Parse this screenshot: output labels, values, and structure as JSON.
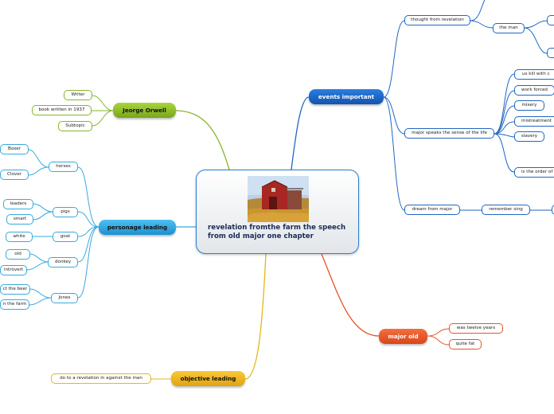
{
  "central": {
    "title": "revelation  fromthe farm the speech  from old major  one chapter",
    "image": "barn-photo"
  },
  "orwell": {
    "label": "Jeorge Orwell",
    "children": [
      "Writer",
      "book written in 1937",
      "Subtopic"
    ]
  },
  "characters": {
    "label": "personage leading",
    "horses": {
      "label": "horses",
      "children": [
        "Boxer",
        "Clover"
      ]
    },
    "pigs": {
      "label": "pigs",
      "children": [
        "leaders",
        "smart"
      ]
    },
    "goat": {
      "label": "goat",
      "children": [
        "white"
      ]
    },
    "donkey": {
      "label": "donkey",
      "children": [
        "old",
        "introvert"
      ]
    },
    "jones": {
      "label": "Jones",
      "children": [
        "ct the beer",
        "n the farm"
      ]
    }
  },
  "objective": {
    "label": "objective  leading",
    "children": [
      "do to a  revelation in against the  man"
    ]
  },
  "events": {
    "label": "events  important",
    "thought": {
      "label": "thought from revelation",
      "man": "the man"
    },
    "speaks": {
      "label": "major speaks the sense of the life",
      "children": [
        "us  kill  with  c",
        "work forced",
        "misery",
        "mistreatment",
        "slavery",
        "is the order of"
      ]
    },
    "dream": {
      "label": "dream from  major",
      "child": "remember sing"
    }
  },
  "major": {
    "label": "major old",
    "children": [
      "was  twelve years",
      "quite fat"
    ]
  },
  "colors": {
    "green": "#86b52a",
    "blue": "#1f67c2",
    "lblue": "#39a9dd",
    "orange": "#e6552a",
    "yellow": "#e5b61d"
  }
}
